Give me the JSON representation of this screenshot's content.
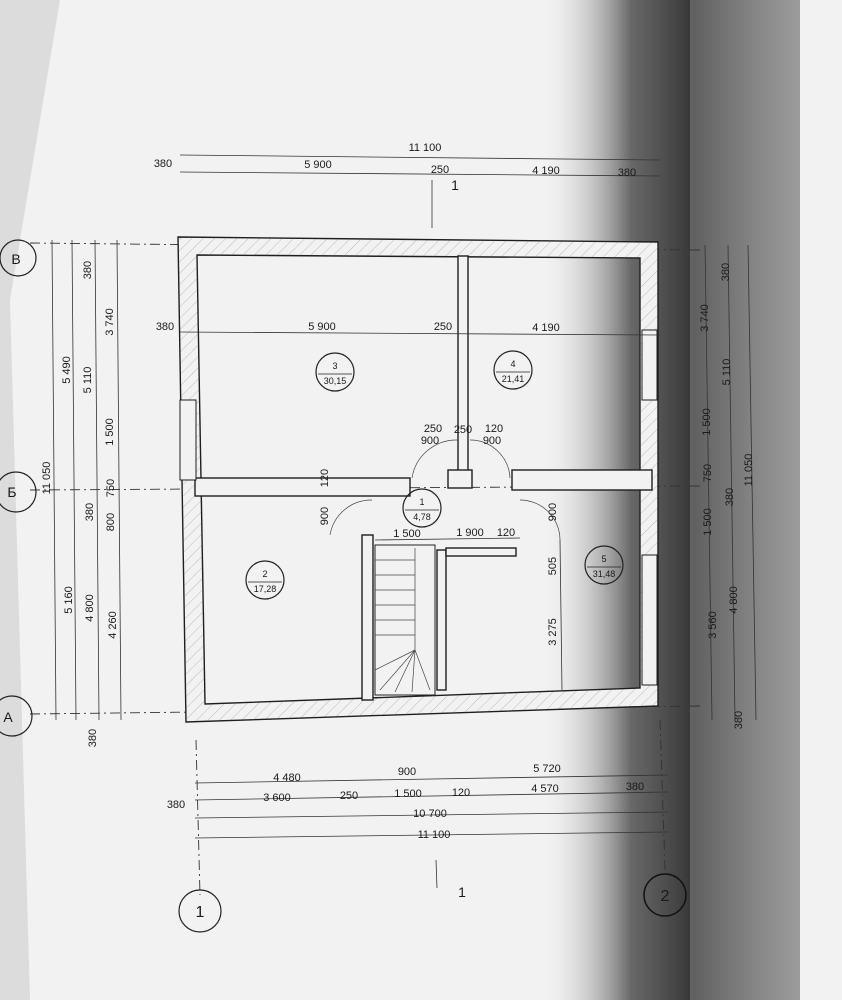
{
  "drawing": {
    "axis_labels": [
      "1",
      "2",
      "A",
      "Б",
      "В"
    ],
    "section_mark": "1",
    "rooms": [
      {
        "number": "1",
        "area": "4,78"
      },
      {
        "number": "2",
        "area": "17,28"
      },
      {
        "number": "3",
        "area": "30,15"
      },
      {
        "number": "4",
        "area": "21,41"
      },
      {
        "number": "5",
        "area": "31,48"
      }
    ],
    "top_dims": {
      "overall": "11 100",
      "left_wall": "380",
      "room3": "5 900",
      "partition": "250",
      "room4": "4 190",
      "right_wall": "380"
    },
    "inner_dims": {
      "left_wall": "380",
      "room3": "5 900",
      "partition": "250",
      "room4": "4 190",
      "partition_mid": "250",
      "partition_small": "120",
      "door_left": "900",
      "door_right": "900",
      "vertical_wall": "120",
      "door_lower_left": "900",
      "door_lower_right": "900",
      "stair_width": "1 500",
      "corridor": "1 900",
      "wall_120": "120",
      "room5_depth_a": "505",
      "room5_depth_b": "3 275"
    },
    "left_dims": {
      "overall": "11 050",
      "block_upper": "5 490",
      "block_lower": "5 160",
      "c2_wall_top": "380",
      "c2_upper": "5 110",
      "c2_wall_mid": "380",
      "c2_lower": "4 800",
      "c2_wall_bottom": "380",
      "c3_upper": "3 740",
      "c3_mid": "1 500",
      "c3_750": "750",
      "c3_800": "800",
      "c3_lower": "4 260"
    },
    "right_dims": {
      "overall": "11 050",
      "wall_top": "380",
      "upper": "3 740",
      "block_upper": "5 110",
      "mid": "1 500",
      "mid_750": "750",
      "mid_1500": "1 500",
      "wall_mid": "380",
      "lower": "3 560",
      "block_lower": "4 800",
      "wall_bottom": "380"
    },
    "bottom_dims": {
      "left_block": "4 480",
      "door": "900",
      "right_block": "5 720",
      "left_wall": "380",
      "room2": "3 600",
      "partition": "250",
      "stair": "1 500",
      "wall_120": "120",
      "room5": "4 570",
      "right_wall": "380",
      "inner_total": "10 700",
      "overall": "11 100"
    }
  },
  "colors": {
    "paper": "#f2f2f2",
    "ink": "#1e1e1e",
    "toner_shadow": "#2f2f2f"
  }
}
